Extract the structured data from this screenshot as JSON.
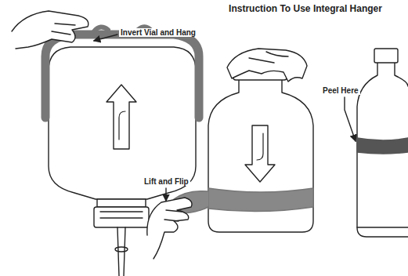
{
  "diagram": {
    "title": "Instruction To Use Integral Hanger",
    "labels": [
      "Invert Vial and Hang",
      "Lift and Flip",
      "Peel Here"
    ]
  }
}
